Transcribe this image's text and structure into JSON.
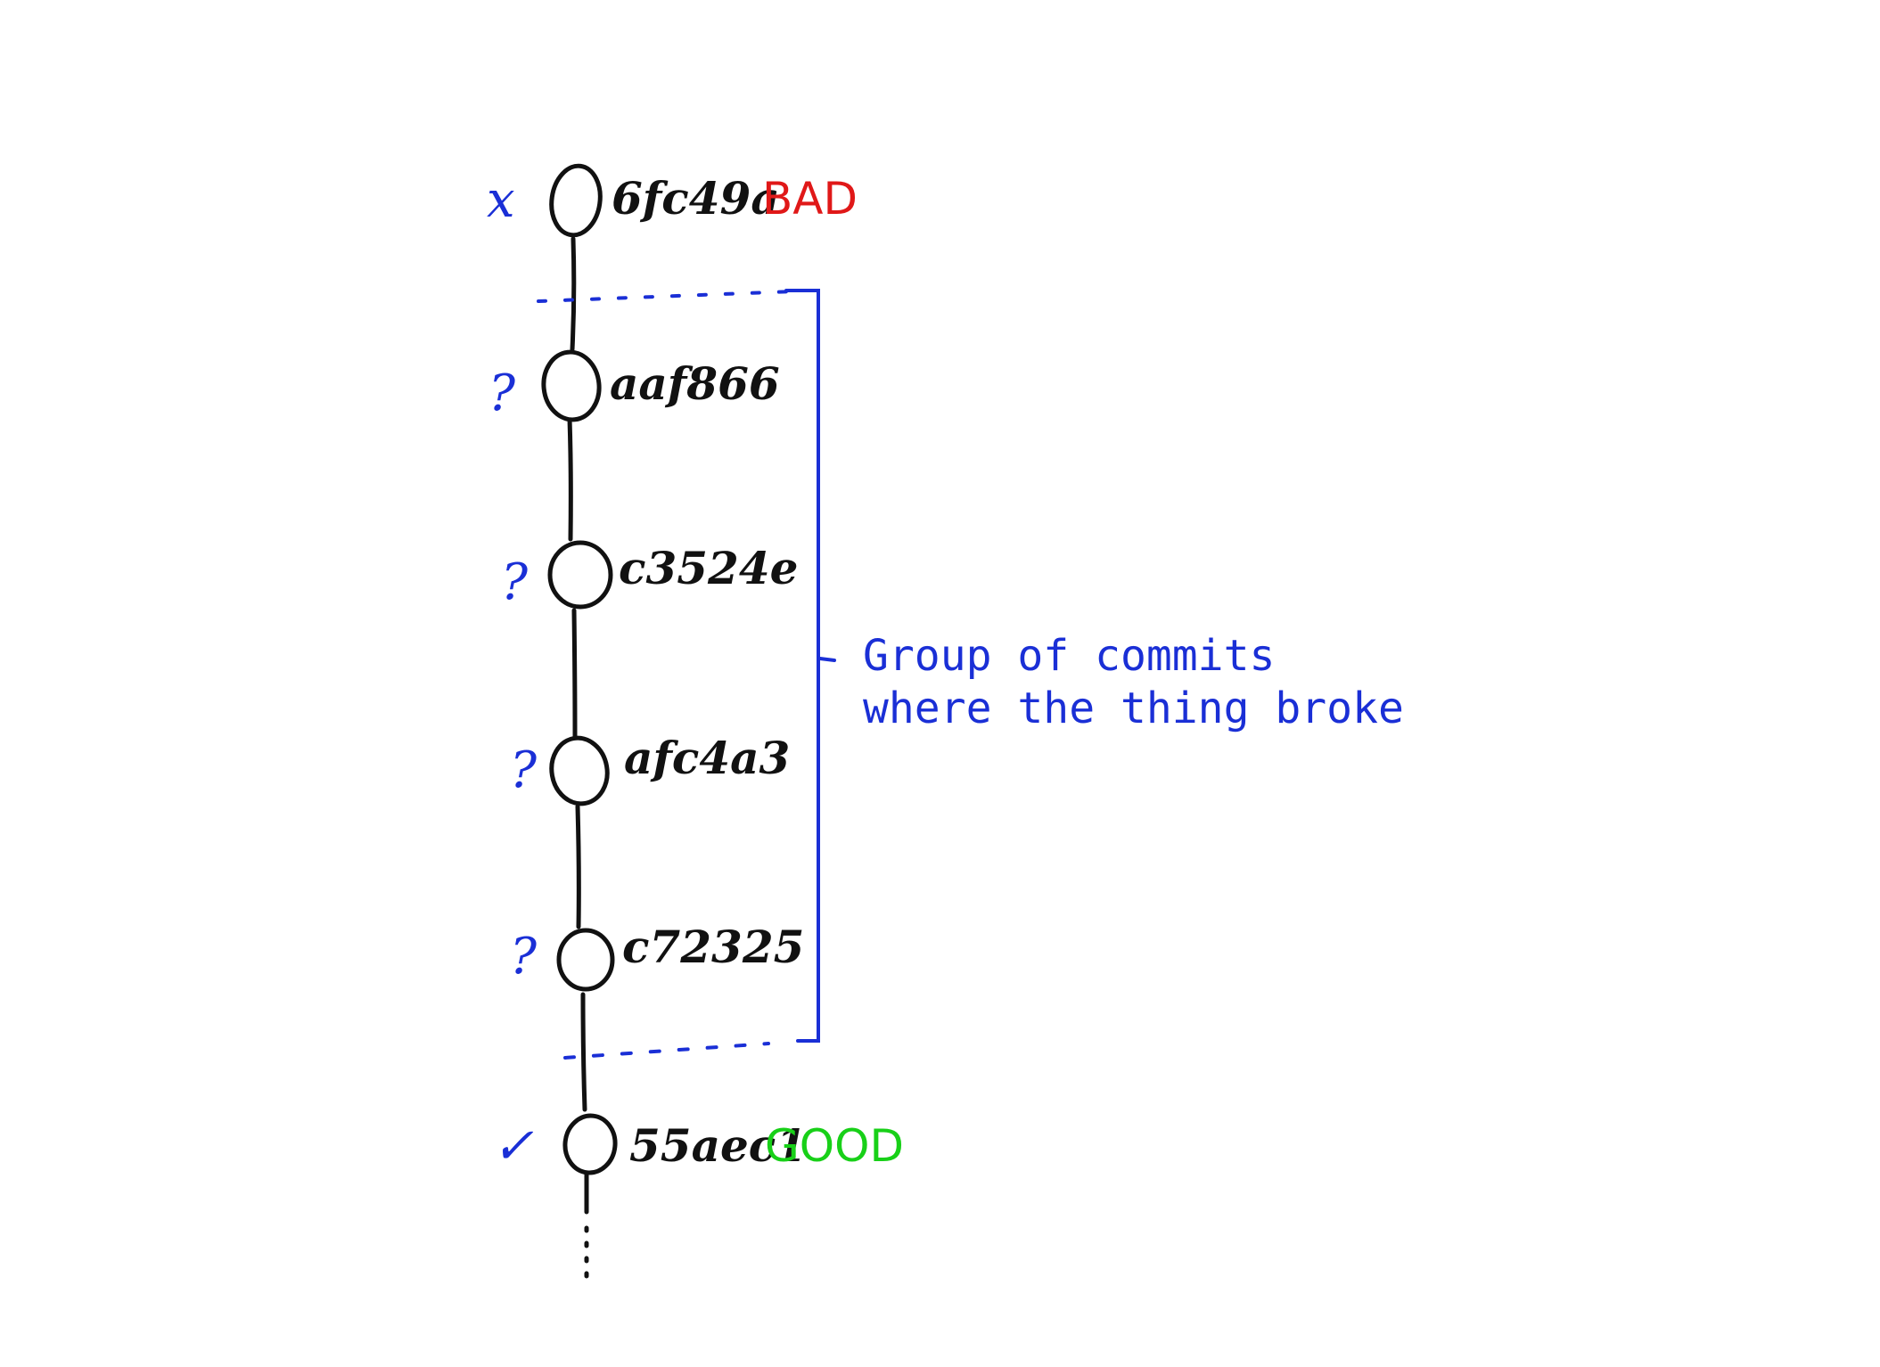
{
  "colors": {
    "ink": "#111111",
    "annotation": "#1a2fd6",
    "bad": "#e01818",
    "good": "#18d018"
  },
  "commits": [
    {
      "hash": "6fc49a",
      "marker": "x",
      "status": "BAD",
      "status_color": "#e01818"
    },
    {
      "hash": "aaf866",
      "marker": "?"
    },
    {
      "hash": "c3524e",
      "marker": "?"
    },
    {
      "hash": "afc4a3",
      "marker": "?"
    },
    {
      "hash": "c72325",
      "marker": "?"
    },
    {
      "hash": "55aec1",
      "marker": "✓",
      "status": "GOOD",
      "status_color": "#18d018"
    }
  ],
  "bracket_note": {
    "lines": [
      "Group of commits",
      "where the thing broke"
    ]
  }
}
